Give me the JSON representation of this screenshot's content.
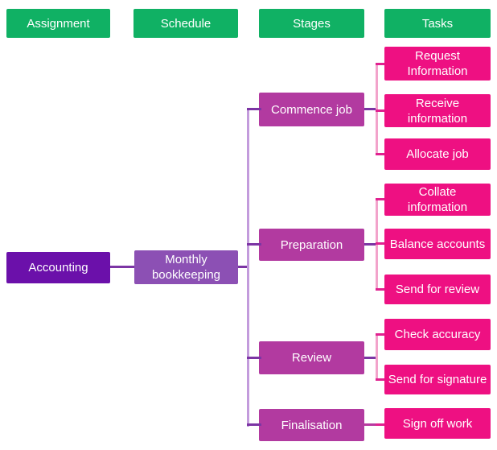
{
  "diagram": {
    "headers": [
      "Assignment",
      "Schedule",
      "Stages",
      "Tasks"
    ],
    "assignment": {
      "label": "Accounting"
    },
    "schedule": {
      "label": "Monthly\nbookkeeping"
    },
    "stages": [
      {
        "label": "Commence job",
        "tasks": [
          "Request\nInformation",
          "Receive\ninformation",
          "Allocate job"
        ]
      },
      {
        "label": "Preparation",
        "tasks": [
          "Collate\ninformation",
          "Balance accounts",
          "Send for review"
        ]
      },
      {
        "label": "Review",
        "tasks": [
          "Check accuracy",
          "Send for signature"
        ]
      },
      {
        "label": "Finalisation",
        "tasks": [
          "Sign off work"
        ]
      }
    ],
    "colors": {
      "header": "#10B164",
      "assignment": "#6B10AA",
      "schedule": "#8C50B4",
      "stage": "#B23AA0",
      "task": "#EE1082",
      "text": "#FFFFFF",
      "connector_purple_dark": "#7C35A4",
      "connector_purple_light": "#C39BDC",
      "connector_pink_light": "#F2A3CB",
      "connector_pink_dark": "#E02290",
      "connector_magenta": "#B83AA0"
    }
  }
}
